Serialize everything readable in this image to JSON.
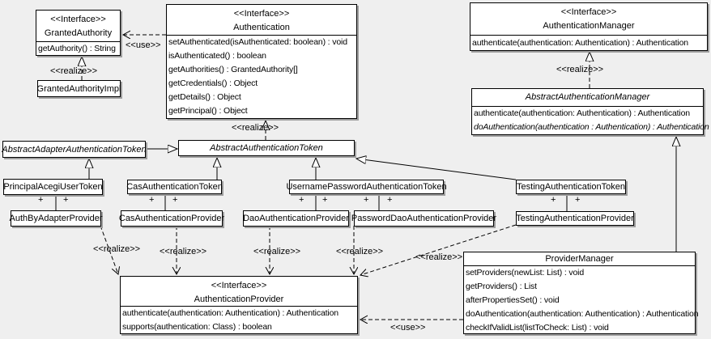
{
  "labels": {
    "interface": "<<Interface>>",
    "use": "<<use>>",
    "realize": "<<realize>>",
    "plus": "+"
  },
  "colors": {
    "background": "#efefef",
    "box_fill": "#ffffff",
    "line": "#000000",
    "shadow": "#9e9e9e"
  },
  "boxes": {
    "granted_authority": {
      "name": "GrantedAuthority",
      "methods": [
        "getAuthority() : String"
      ]
    },
    "granted_authority_impl": {
      "name": "GrantedAuthorityImpl"
    },
    "authentication": {
      "name": "Authentication",
      "methods": [
        "setAuthenticated(isAuthenticated: boolean) : void",
        "isAuthenticated() : boolean",
        "getAuthorities() : GrantedAuthority[]",
        "getCredentials() : Object",
        "getDetails() : Object",
        "getPrincipal() : Object"
      ]
    },
    "authentication_manager": {
      "name": "AuthenticationManager",
      "methods": [
        "authenticate(authentication: Authentication) : Authentication"
      ]
    },
    "abstract_authentication_manager": {
      "name": "AbstractAuthenticationManager",
      "methods": [
        "authenticate(authentication: Authentication) : Authentication",
        "doAuthentication(authentication : Authentication) : Authentication"
      ]
    },
    "abstract_adapter_authentication_token": {
      "name": "AbstractAdapterAuthenticationToken"
    },
    "abstract_authentication_token": {
      "name": "AbstractAuthenticationToken"
    },
    "principal_acegi_user_token": {
      "name": "PrincipalAcegiUserToken"
    },
    "cas_authentication_token": {
      "name": "CasAuthenticationToken"
    },
    "username_password_authentication_token": {
      "name": "UsernamePasswordAuthenticationToken"
    },
    "testing_authentication_token": {
      "name": "TestingAuthenticationToken"
    },
    "auth_by_adapter_provider": {
      "name": "AuthByAdapterProvider"
    },
    "cas_authentication_provider": {
      "name": "CasAuthenticationProvider"
    },
    "dao_authentication_provider": {
      "name": "DaoAuthenticationProvider"
    },
    "password_dao_authentication_provider": {
      "name": "PasswordDaoAuthenticationProvider"
    },
    "testing_authentication_provider": {
      "name": "TestingAuthenticationProvider"
    },
    "authentication_provider": {
      "name": "AuthenticationProvider",
      "methods": [
        "authenticate(authentication: Authentication) : Authentication",
        "supports(authentication: Class) : boolean"
      ]
    },
    "provider_manager": {
      "name": "ProviderManager",
      "methods": [
        "setProviders(newList: List) : void",
        "getProviders() : List",
        "afterPropertiesSet() : void",
        "doAuthentication(authentication: Authentication) : Authentication",
        "checkIfValidList(listToCheck: List) : void"
      ]
    }
  }
}
